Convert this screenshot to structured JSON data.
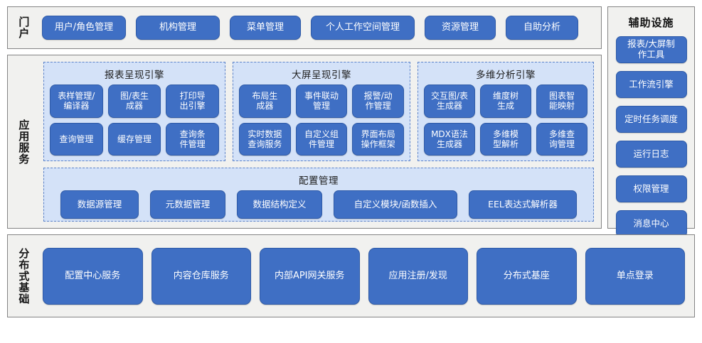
{
  "portal": {
    "band_label": "门户",
    "items": [
      {
        "label": "用户/角色管理",
        "w": "w-p1"
      },
      {
        "label": "机构管理",
        "w": "w-p2"
      },
      {
        "label": "菜单管理",
        "w": "w-p3"
      },
      {
        "label": "个人工作空间管理",
        "w": "w-p4"
      },
      {
        "label": "资源管理",
        "w": "w-p5"
      },
      {
        "label": "自助分析",
        "w": "w-p6"
      }
    ]
  },
  "app_services": {
    "band_label": "应用服务",
    "engines": [
      {
        "title": "报表呈现引擎",
        "items": [
          "表样管理/\n编译器",
          "图/表生\n成器",
          "打印导\n出引擎",
          "查询管理",
          "缓存管理",
          "查询条\n件管理"
        ]
      },
      {
        "title": "大屏呈现引擎",
        "items": [
          "布局生\n成器",
          "事件联动\n管理",
          "报警/动\n作管理",
          "实时数据\n查询服务",
          "自定义组\n件管理",
          "界面布局\n操作框架"
        ]
      },
      {
        "title": "多维分析引擎",
        "items": [
          "交互图/表\n生成器",
          "维度树\n生成",
          "图表智\n能映射",
          "MDX语法\n生成器",
          "多维模\n型解析",
          "多维查\n询管理"
        ]
      }
    ],
    "config": {
      "title": "配置管理",
      "items": [
        {
          "label": "数据源管理",
          "w": "w-c1"
        },
        {
          "label": "元数据管理",
          "w": "w-c2"
        },
        {
          "label": "数据结构定义",
          "w": "w-c3"
        },
        {
          "label": "自定义模块/函数插入",
          "w": "w-c4"
        },
        {
          "label": "EEL表达式解析器",
          "w": "w-c5"
        }
      ]
    }
  },
  "aux": {
    "title": "辅助设施",
    "items": [
      "报表/大屏制\n作工具",
      "工作流引擎",
      "定时任务调度",
      "运行日志",
      "权限管理",
      "消息中心"
    ]
  },
  "base": {
    "band_label": "分布式基础",
    "items": [
      "配置中心服务",
      "内容仓库服务",
      "内部API网关服务",
      "应用注册/发现",
      "分布式基座",
      "单点登录"
    ]
  },
  "colors": {
    "chip_blue": "#3f6fc4",
    "chip_border": "#2f5ba8",
    "panel_bg": "#f1f1ef",
    "panel_border": "#848484",
    "dash_bg": "#d4e2f8",
    "dash_border": "#5b82c9",
    "text_dark": "#151515",
    "text_light": "#ffffff"
  }
}
